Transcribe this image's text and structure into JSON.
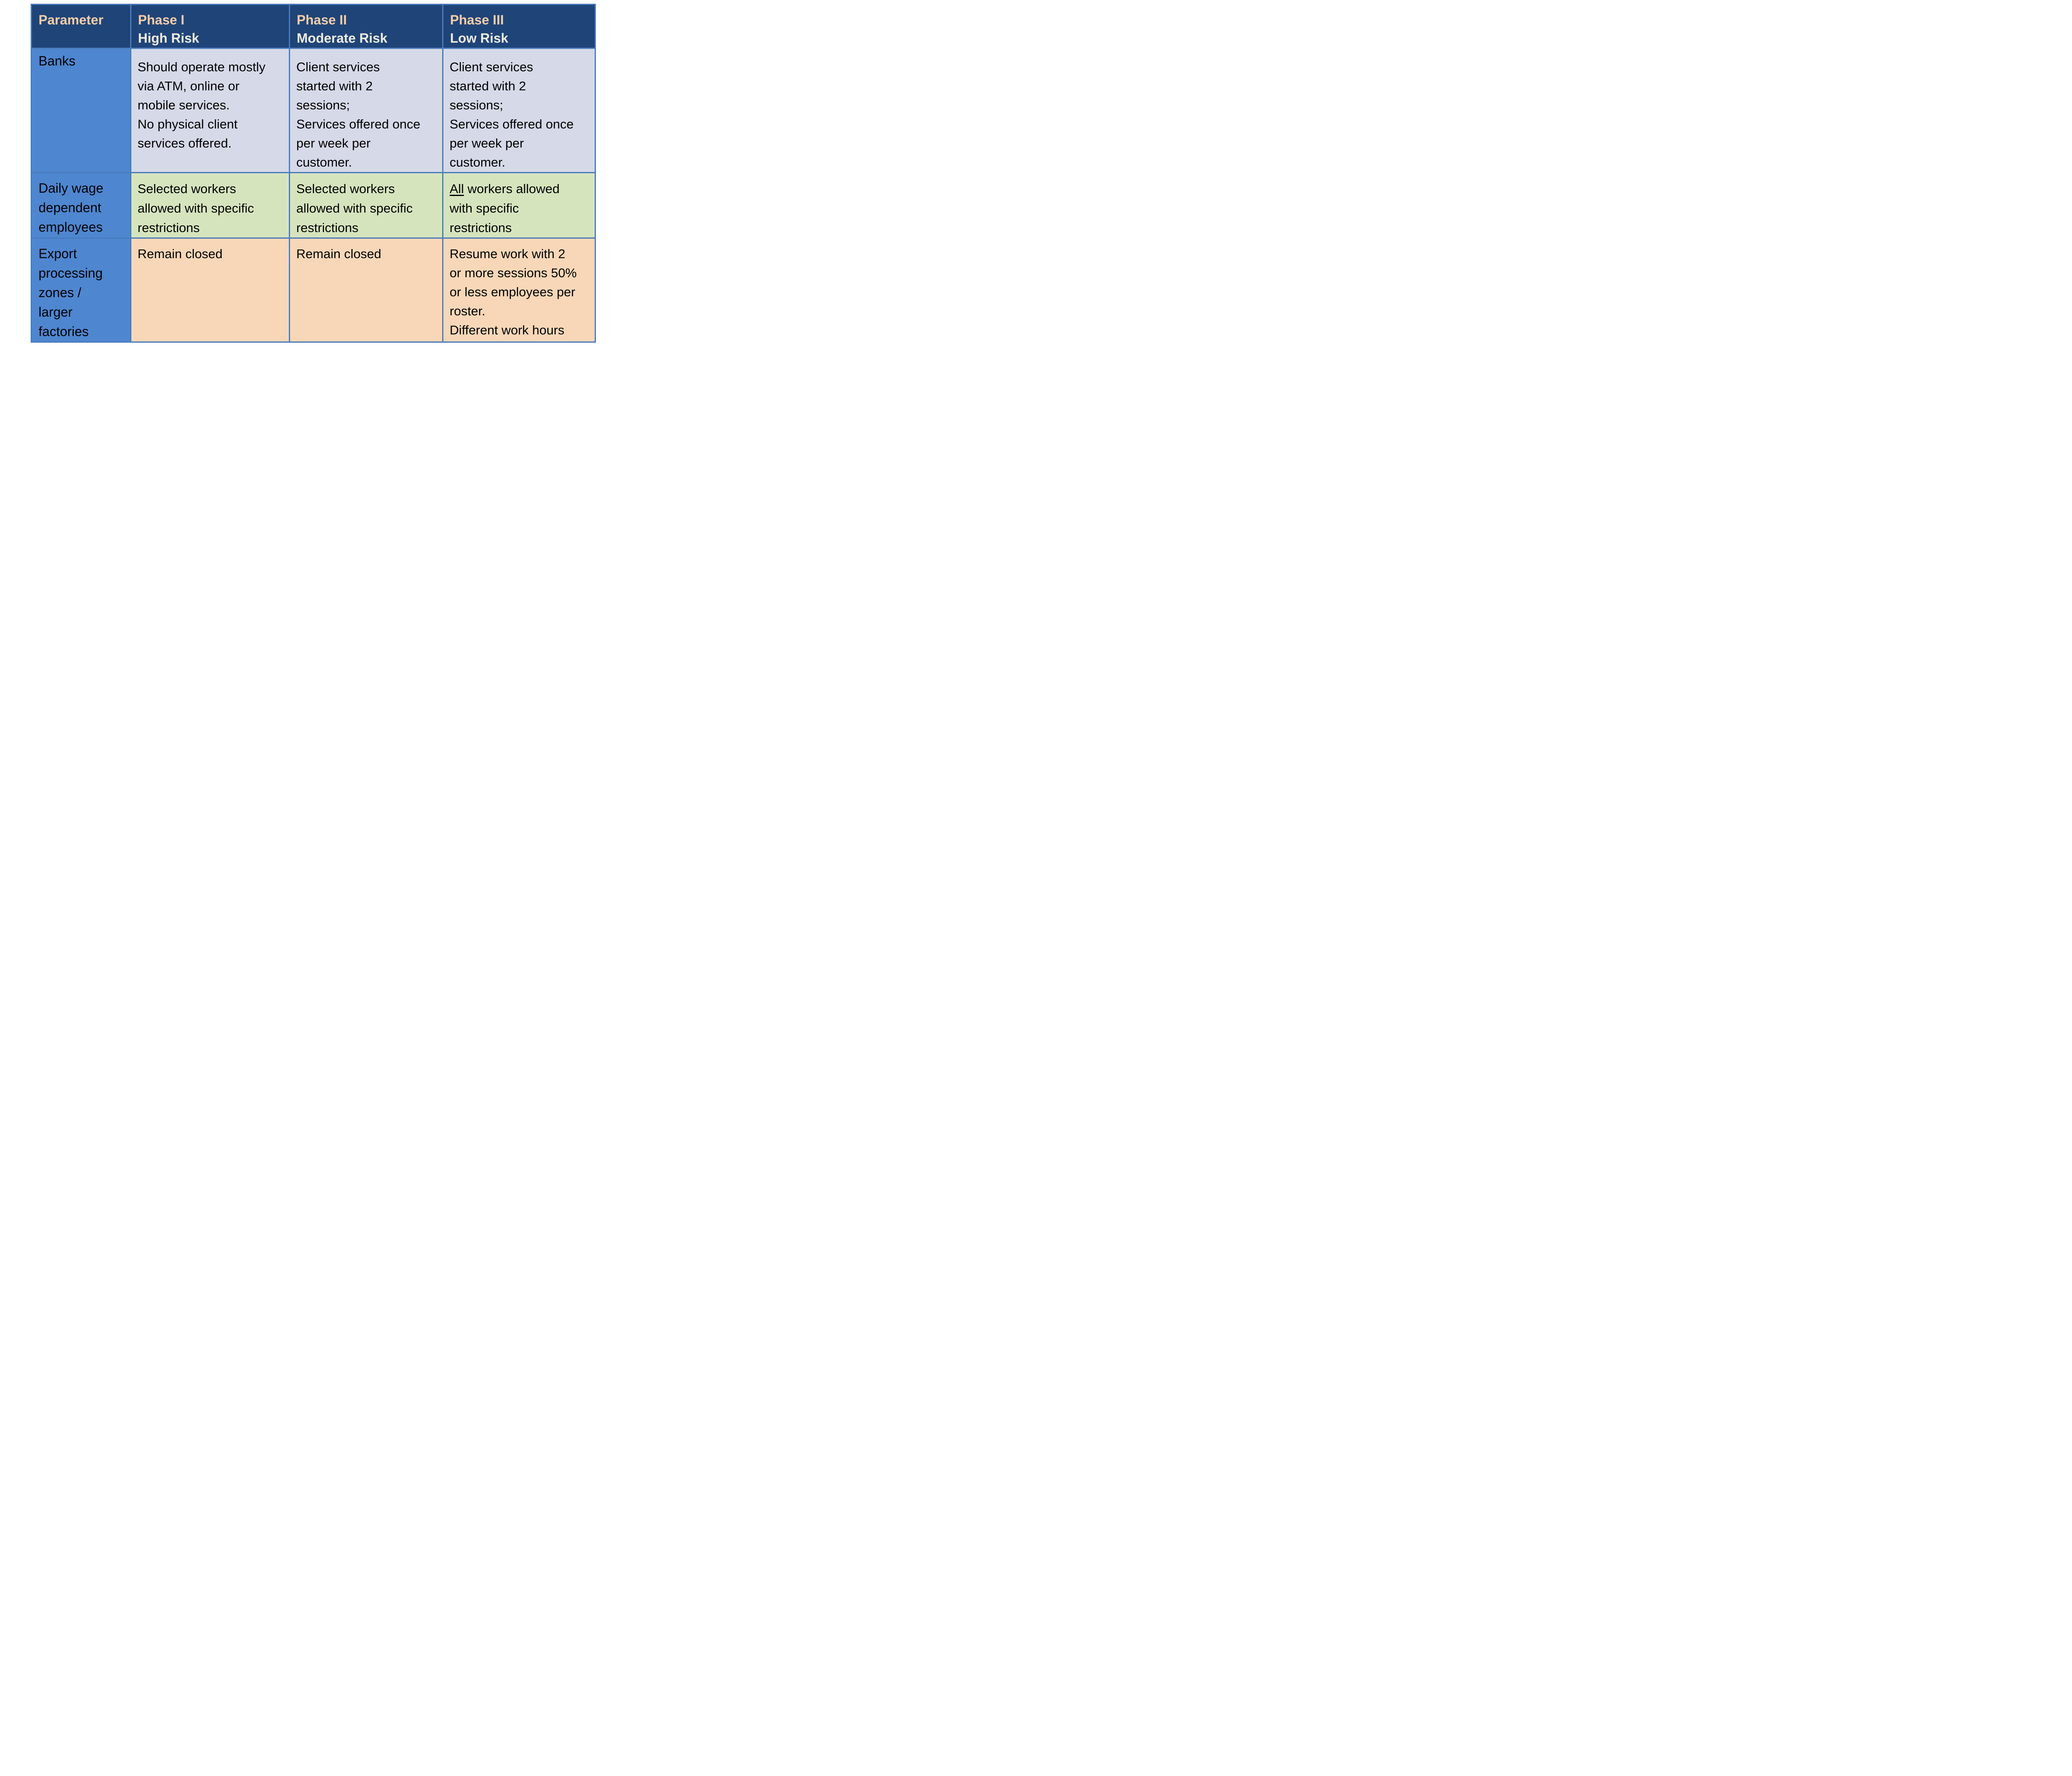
{
  "header": {
    "parameter_label": "Parameter",
    "phases": [
      {
        "phase": "Phase I",
        "risk": "High Risk"
      },
      {
        "phase": "Phase II",
        "risk": "Moderate Risk"
      },
      {
        "phase": "Phase III",
        "risk": "Low Risk"
      }
    ]
  },
  "rows": [
    {
      "parameter": "Banks",
      "phase1": "Should operate mostly\nvia ATM, online or\nmobile services.\nNo physical client\nservices offered.",
      "phase2": "Client services\nstarted with 2\nsessions;\nServices offered once\nper week per\ncustomer.",
      "phase3": "Client services\nstarted with 2\nsessions;\nServices offered once\nper week per\ncustomer."
    },
    {
      "parameter": "Daily wage\ndependent\nemployees",
      "phase1": "Selected workers\nallowed with specific\nrestrictions",
      "phase2": "Selected workers\nallowed with specific\nrestrictions",
      "phase3_underlined": "All",
      "phase3_rest": " workers allowed\nwith specific\nrestrictions"
    },
    {
      "parameter": "Export\nprocessing\nzones /\nlarger\nfactories",
      "phase1": "Remain closed",
      "phase2": "Remain closed",
      "phase3": "Resume work with 2\nor more sessions 50%\nor less employees per\nroster.\nDifferent work hours"
    }
  ],
  "colors": {
    "header_bg": "#1F4478",
    "header_phase_text": "#F5CDA8",
    "header_risk_text": "#EEECE1",
    "parameter_col_bg": "#4E86D0",
    "banks_row_bg": "#D5D9E8",
    "wage_row_bg": "#D6E4BE",
    "export_row_bg": "#F8D7B8",
    "border": "#4A7CBC",
    "body_text": "#000000",
    "page_bg": "#FFFFFF"
  }
}
